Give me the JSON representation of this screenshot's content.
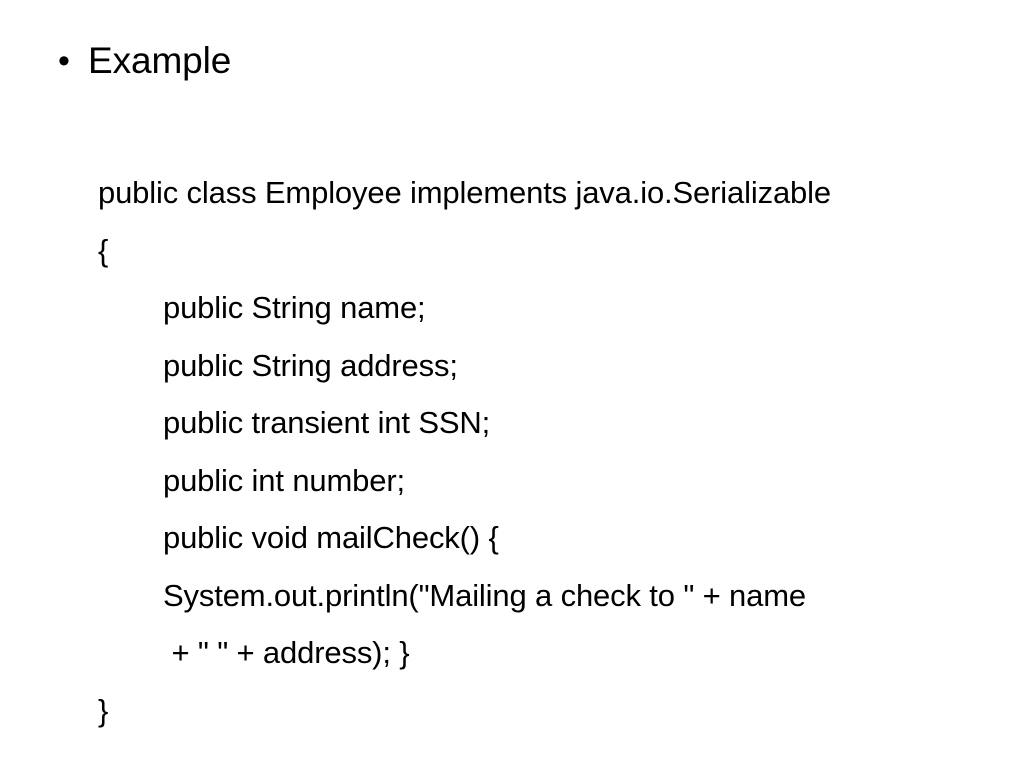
{
  "slide": {
    "background_color": "#ffffff",
    "text_color": "#000000",
    "heading": {
      "bullet_glyph": "•",
      "label": "Example"
    },
    "code_listing": {
      "language": "java",
      "lines": [
        {
          "text": "public class Employee implements java.io.Serializable",
          "indent": 0
        },
        {
          "text": "{",
          "indent": 0
        },
        {
          "text": "public String name;",
          "indent": 1
        },
        {
          "text": "public String address;",
          "indent": 1
        },
        {
          "text": "public transient int SSN;",
          "indent": 1
        },
        {
          "text": "public int number;",
          "indent": 1
        },
        {
          "text": "public void mailCheck() {",
          "indent": 1
        },
        {
          "text": "System.out.println(\"Mailing a check to \" + name",
          "indent": 1
        },
        {
          "text": " + \" \" + address); }",
          "indent": 1
        },
        {
          "text": "}",
          "indent": 0
        }
      ]
    }
  }
}
